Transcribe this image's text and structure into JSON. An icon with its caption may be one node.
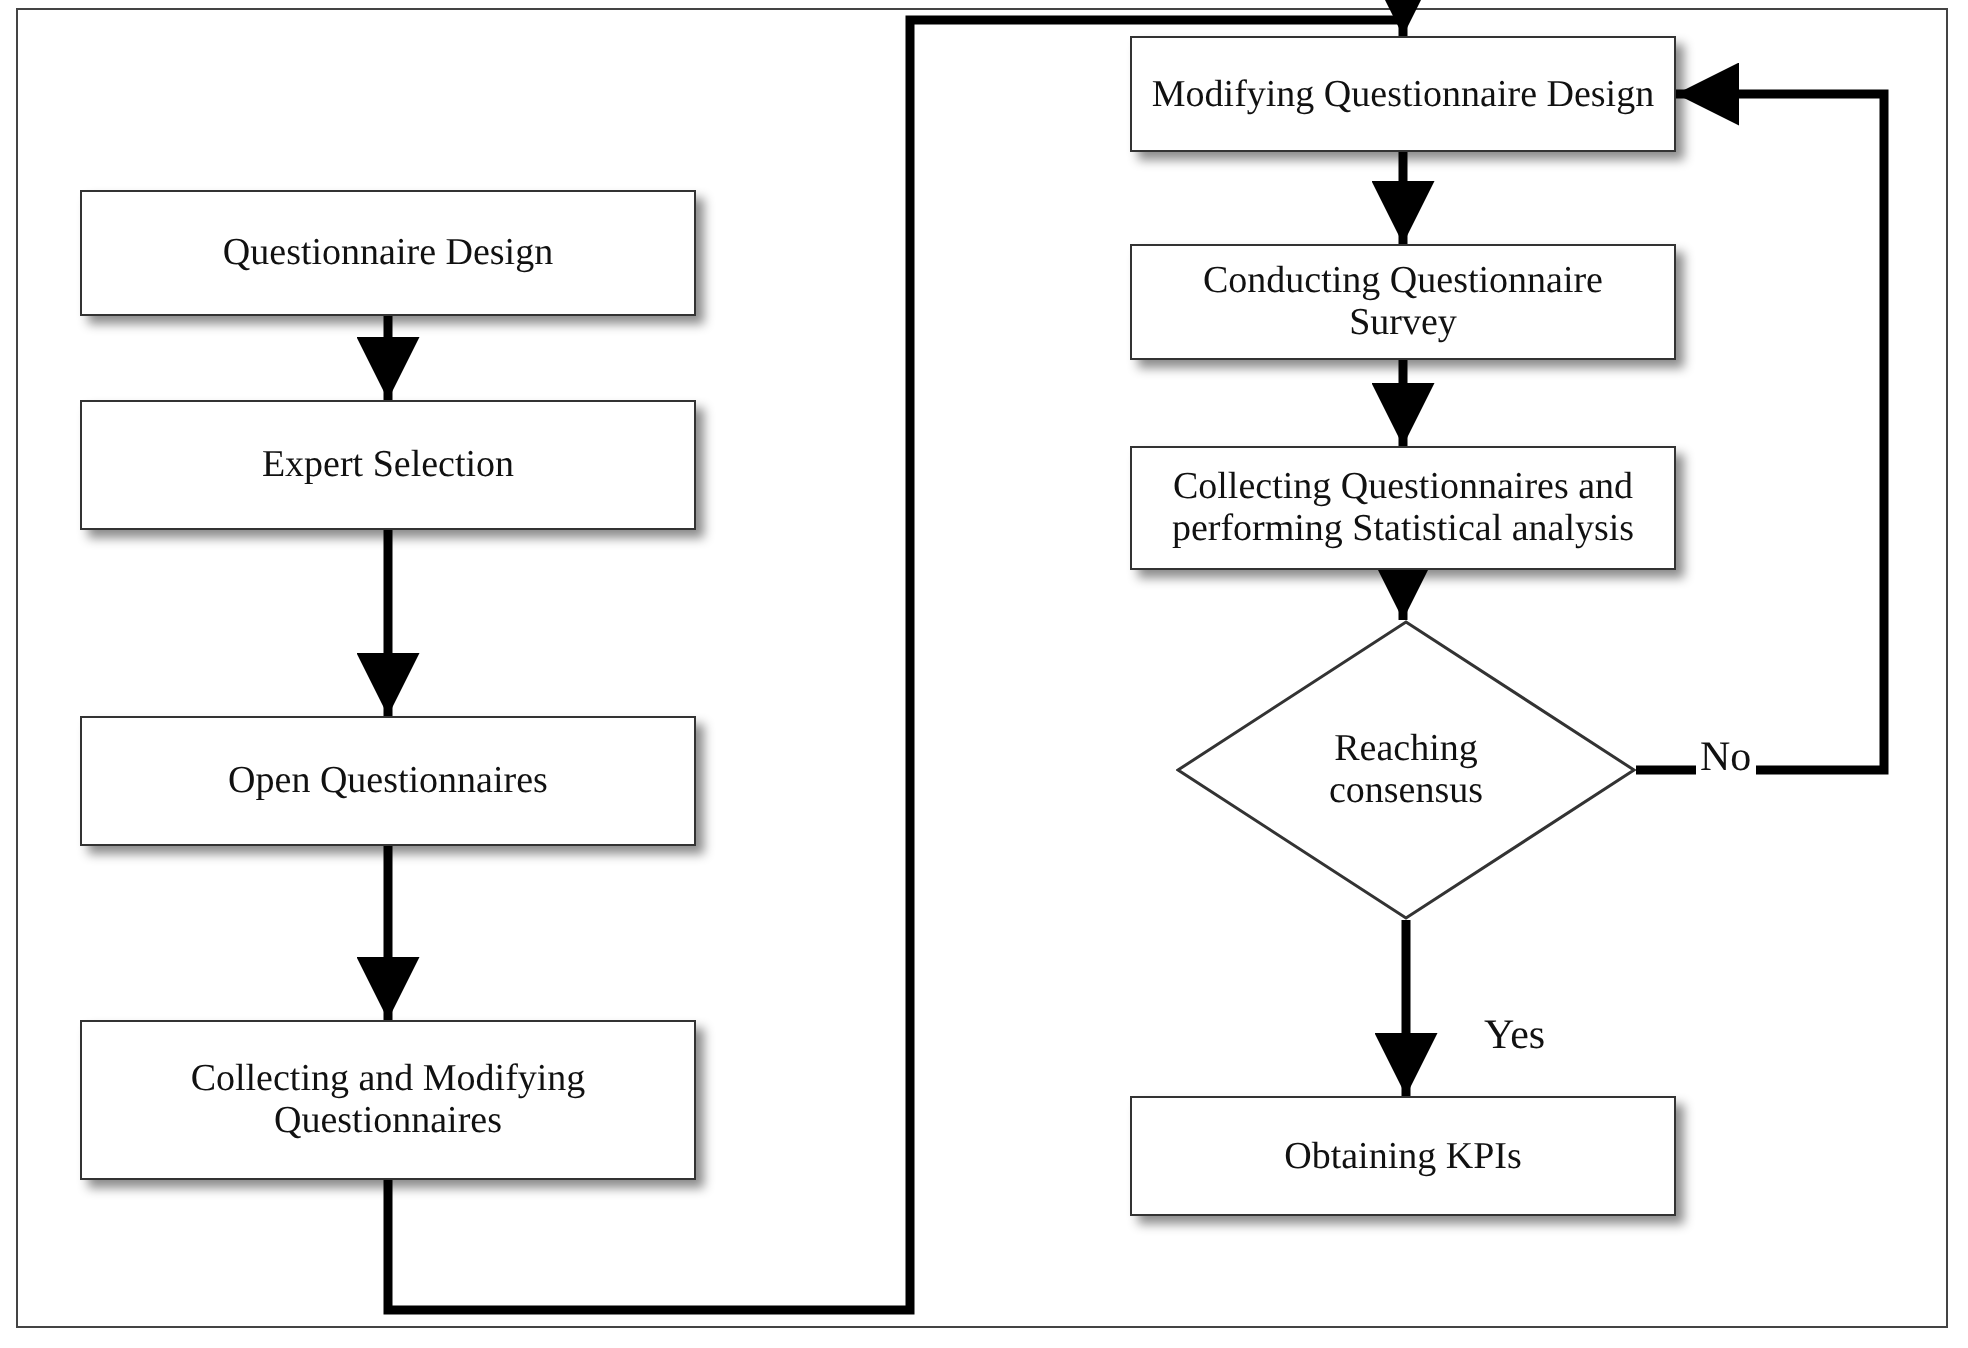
{
  "diagram": {
    "nodes": [
      {
        "text": [
          "Questionnaire Design"
        ]
      },
      {
        "text": [
          "Expert Selection"
        ]
      },
      {
        "text": [
          "Open Questionnaires"
        ]
      },
      {
        "text": [
          "Collecting and Modifying Questionnaires"
        ]
      },
      {
        "text": [
          "Modifying Questionnaire Design"
        ]
      },
      {
        "text": [
          "Conducting Questionnaire Survey"
        ]
      },
      {
        "text": [
          "Collecting Questionnaires and performing Statistical analysis"
        ]
      },
      {
        "text": [
          "Reaching consensus"
        ]
      },
      {
        "text": [
          "Obtaining KPIs"
        ]
      }
    ],
    "edges": [
      {
        "from": 0,
        "to": 1,
        "arrow": "to"
      },
      {
        "from": 1,
        "to": 2,
        "arrow": "to"
      },
      {
        "from": 2,
        "to": 3,
        "arrow": "to"
      },
      {
        "from": 3,
        "to": 4,
        "arrow": "to"
      },
      {
        "from": 4,
        "to": 5,
        "arrow": "to"
      },
      {
        "from": 5,
        "to": 6,
        "arrow": "to"
      },
      {
        "from": 6,
        "to": 7,
        "arrow": "to"
      },
      {
        "from": 7,
        "to": 4,
        "label": "No",
        "arrow": "to"
      },
      {
        "from": 7,
        "to": 8,
        "label": "Yes",
        "arrow": "to"
      }
    ]
  }
}
